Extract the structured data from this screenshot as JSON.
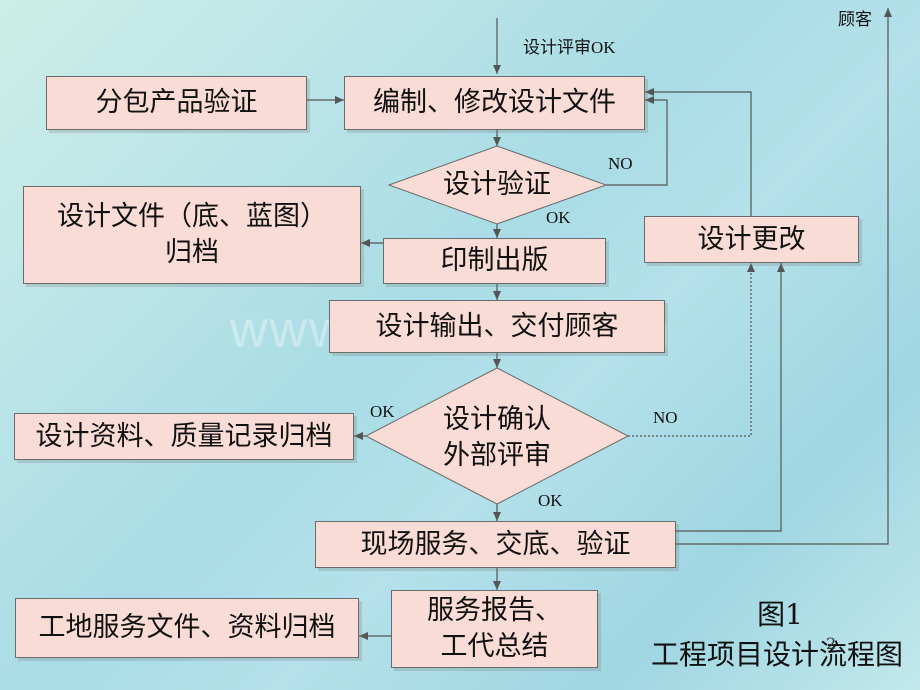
{
  "title_label": "顾客",
  "labels": {
    "review_ok": "设计评审OK",
    "no_1": "NO",
    "ok_1": "OK",
    "ok_left": "OK",
    "no_2": "NO",
    "ok_2": "OK"
  },
  "boxes": {
    "subcontract": "分包产品验证",
    "prepare": "编制、修改设计文件",
    "archive_docs": "设计文件（底、蓝图）\n归档",
    "print": "印制出版",
    "change": "设计更改",
    "output": "设计输出、交付顾客",
    "archive_records": "设计资料、质量记录归档",
    "site_service": "现场服务、交底、验证",
    "site_archive": "工地服务文件、资料归档",
    "service_report": "服务报告、\n工代总结"
  },
  "diamonds": {
    "verify": "设计验证",
    "confirm": "设计确认\n外部评审"
  },
  "watermark": "www.zixin.com.cn",
  "caption": {
    "line1": "图1",
    "line2": "工程项目设计流程图"
  },
  "page_number": "2"
}
